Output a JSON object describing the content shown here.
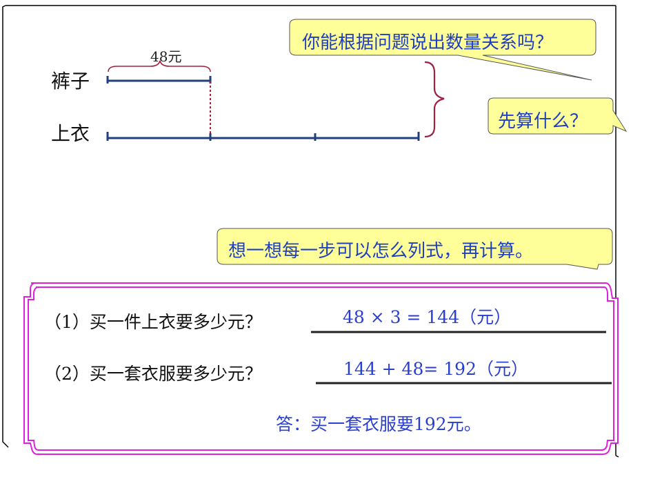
{
  "diagram": {
    "pants_label": "裤子",
    "jacket_label": "上衣",
    "pants_price": "48元"
  },
  "bubbles": {
    "question_relation": "你能根据问题说出数量关系吗？",
    "first_step": "先算什么？",
    "think_each_step": "想一想每一步可以怎么列式，再计算。"
  },
  "problems": {
    "q1": "（1）买一件上衣要多少元？",
    "a1": "48 × 3 = 144（元）",
    "q2": "（2）买一套衣服要多少元？",
    "a2": "144 + 48= 192（元）",
    "final_answer": "答：买一套衣服要192元。"
  },
  "colors": {
    "bubble_fill": "#ffff99",
    "bubble_text": "#1f3fbf",
    "panel_border": "#e020e0",
    "segment_line": "#1f3f7f",
    "dotted_line": "#a0203f",
    "brace": "#a0203f"
  }
}
